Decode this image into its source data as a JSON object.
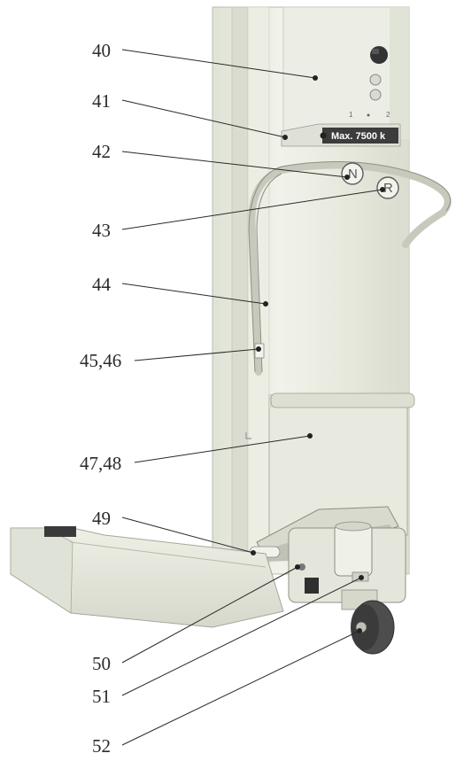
{
  "labels": {
    "l40": "40",
    "l41": "41",
    "l42": "42",
    "l43": "43",
    "l44": "44",
    "l4546": "45,46",
    "l4748": "47,48",
    "l49": "49",
    "l50": "50",
    "l51": "51",
    "l52": "52"
  },
  "plate": {
    "text": "Max. 7500 k"
  },
  "indicators": {
    "left": "N",
    "right": "R"
  },
  "switch_marks": {
    "left": "1",
    "right": "2"
  },
  "colors": {
    "column": "#e9ebdf",
    "column_shadow": "#cfd2c4",
    "plate": "#3c3c3c",
    "outline": "#6c6c66",
    "wheel": "#4d4d4d"
  }
}
